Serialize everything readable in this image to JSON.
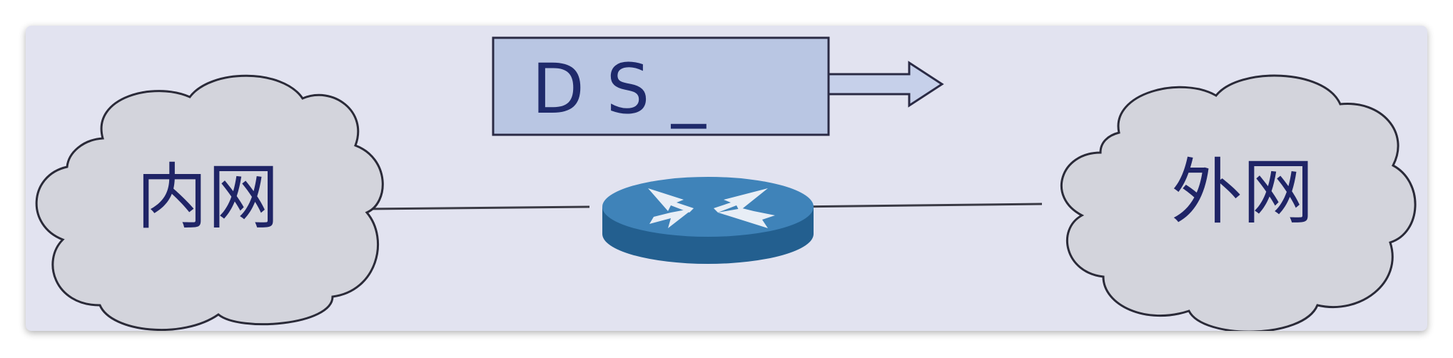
{
  "diagram": {
    "inner_network_label": "内网",
    "outer_network_label": "外网",
    "packet_label": "D S _",
    "colors": {
      "background": "#e2e3f0",
      "cloud_fill": "#d3d4dc",
      "cloud_stroke": "#2a2a38",
      "packet_fill": "#b9c6e3",
      "router_top": "#3f83b9",
      "router_side": "#235f8f",
      "text": "#1f2466"
    },
    "icons": [
      "cloud-icon",
      "router-icon",
      "arrow-right-icon"
    ]
  }
}
